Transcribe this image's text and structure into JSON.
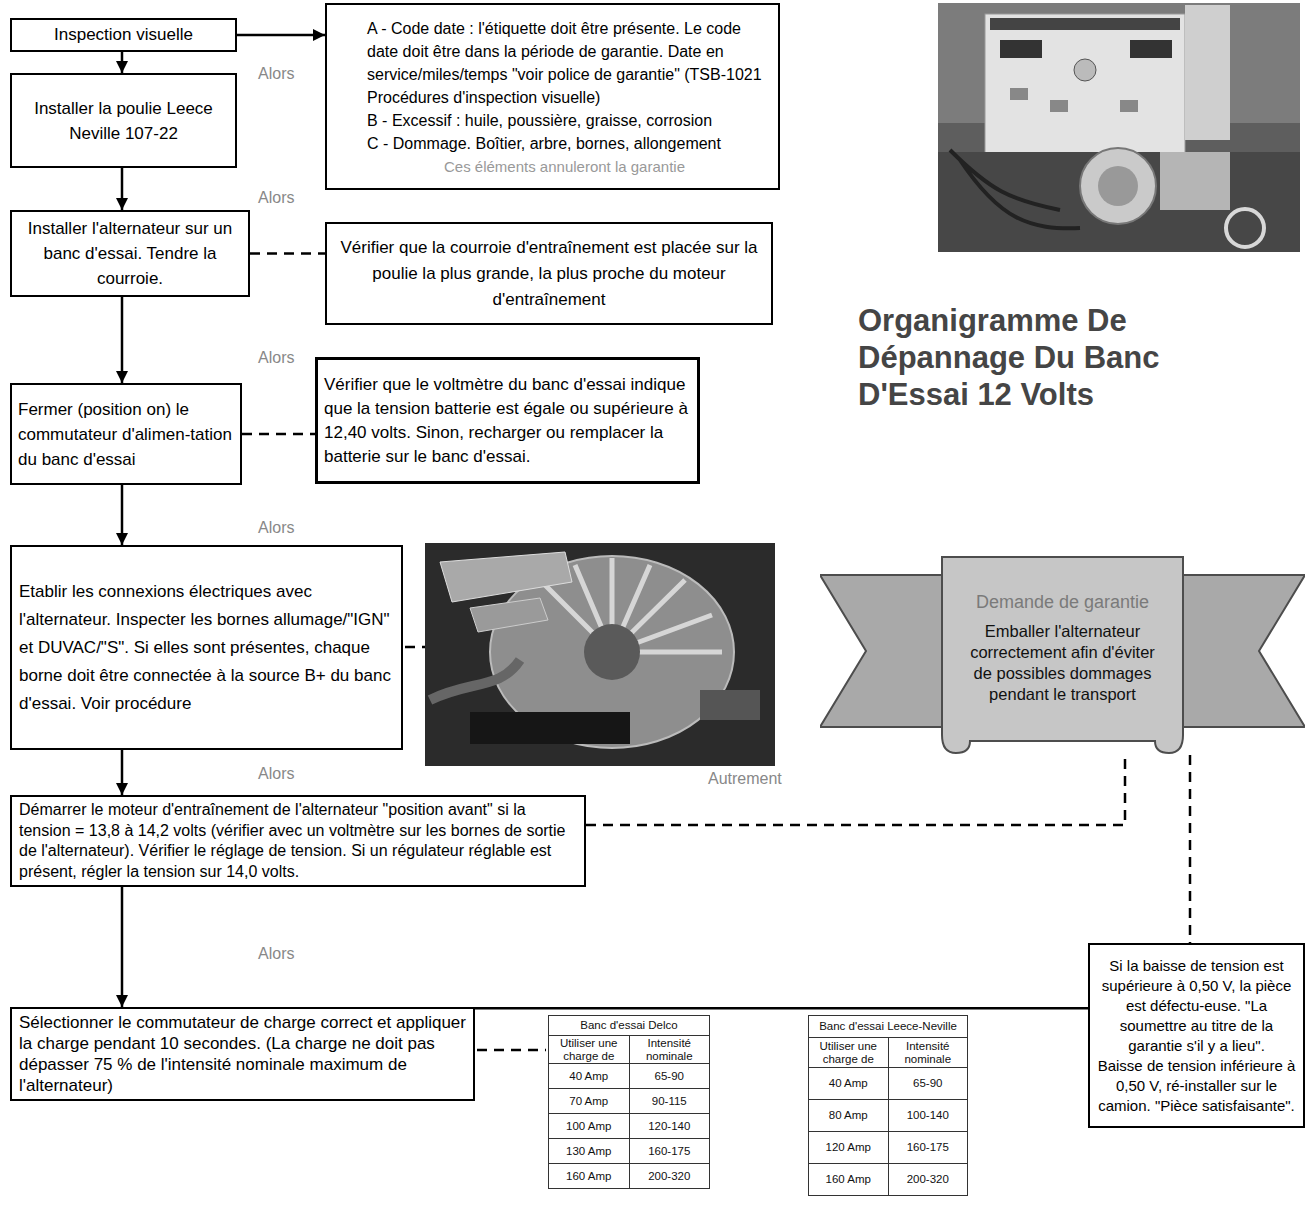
{
  "diagram": {
    "title": "Organigramme De Dépannage Du Banc D'Essai 12 Volts",
    "nodes": [
      {
        "text": [
          "Inspection visuelle"
        ]
      },
      {
        "text": [
          "A - Code date : l'étiquette doit être présente. Le code date doit être dans la période de garantie. Date en service/miles/temps \"voir police de garantie\" (TSB-1021 Procédures d'inspection visuelle)",
          "B - Excessif : huile, poussière, graisse, corrosion",
          "C - Dommage. Boîtier, arbre, bornes, allongement",
          "Ces éléments annuleront la garantie"
        ]
      },
      {
        "text": [
          "Installer la poulie Leece Neville 107-22"
        ]
      },
      {
        "text": [
          "Installer l'alternateur sur un banc d'essai. Tendre la courroie."
        ]
      },
      {
        "text": [
          "Vérifier que la courroie d'entraînement est placée sur la poulie la plus grande, la plus proche du moteur d'entraînement"
        ]
      },
      {
        "text": [
          "Fermer (position on) le commutateur d'alimen-tation du banc d'essai"
        ]
      },
      {
        "text": [
          "Vérifier que le voltmètre du banc d'essai indique que la tension batterie est égale ou supérieure à 12,40 volts. Sinon, recharger ou remplacer la batterie sur le banc d'essai."
        ]
      },
      {
        "text": [
          "Etablir les connexions électriques avec l'alternateur. Inspecter les bornes allumage/\"IGN\" et DUVAC/\"S\". Si elles sont présentes, chaque borne doit être connectée à la source B+ du banc d'essai. Voir procédure"
        ]
      },
      {
        "text": [
          "Démarrer le moteur d'entraînement de l'alternateur \"position avant\" si la tension = 13,8 à 14,2 volts (vérifier avec un voltmètre sur les bornes de sortie de l'alternateur). Vérifier le réglage de tension. Si un régulateur réglable est présent, régler la tension sur 14,0 volts."
        ]
      },
      {
        "text": [
          "Sélectionner le commutateur de charge correct et appliquer la charge pendant 10 secondes. (La charge ne doit pas dépasser 75 % de l'intensité nominale maximum de l'alternateur)"
        ]
      },
      {
        "text": [
          "Demande de garantie",
          "Emballer l'alternateur correctement afin d'éviter de possibles dommages pendant le transport"
        ]
      },
      {
        "text": [
          "Si la baisse de tension est supérieure à 0,50 V, la pièce est défectu-euse. \"La soumettre au titre de la garantie s'il y a lieu\".",
          "Baisse de tension inférieure à 0,50 V, ré-installer sur le camion. \"Pièce satisfaisante\"."
        ]
      }
    ],
    "edges": [
      {
        "from": 0,
        "to": 2,
        "arrow": "to"
      },
      {
        "from": 0,
        "to": 1,
        "arrow": "to"
      },
      {
        "from": 2,
        "to": 3,
        "arrow": "to"
      },
      {
        "from": 3,
        "to": 4,
        "arrow": "none"
      },
      {
        "from": 3,
        "to": 5,
        "arrow": "to"
      },
      {
        "from": 5,
        "to": 6,
        "arrow": "none"
      },
      {
        "from": 5,
        "to": 7,
        "arrow": "to"
      },
      {
        "from": 7,
        "to": 8,
        "arrow": "to"
      },
      {
        "from": 8,
        "to": 10,
        "label": "Autrement",
        "arrow": "none"
      },
      {
        "from": 8,
        "to": 9,
        "arrow": "to"
      },
      {
        "from": 10,
        "to": 11,
        "arrow": "none"
      },
      {
        "from": 9,
        "to": 11,
        "arrow": "none"
      }
    ],
    "labels": [
      "Alors",
      "Alors",
      "Alors",
      "Alors",
      "Alors",
      "Alors",
      "Banc d'essai Delco",
      "Utiliser une charge de",
      "Intensité nominale",
      "40 Amp",
      "65-90",
      "70 Amp",
      "90-115",
      "100 Amp",
      "120-140",
      "130 Amp",
      "160-175",
      "160 Amp",
      "200-320",
      "Banc d'essai Leece-Neville",
      "Utiliser une charge de",
      "Intensité nominale",
      "40 Amp",
      "65-90",
      "80 Amp",
      "100-140",
      "120 Amp",
      "160-175",
      "160 Amp",
      "200-320"
    ]
  }
}
